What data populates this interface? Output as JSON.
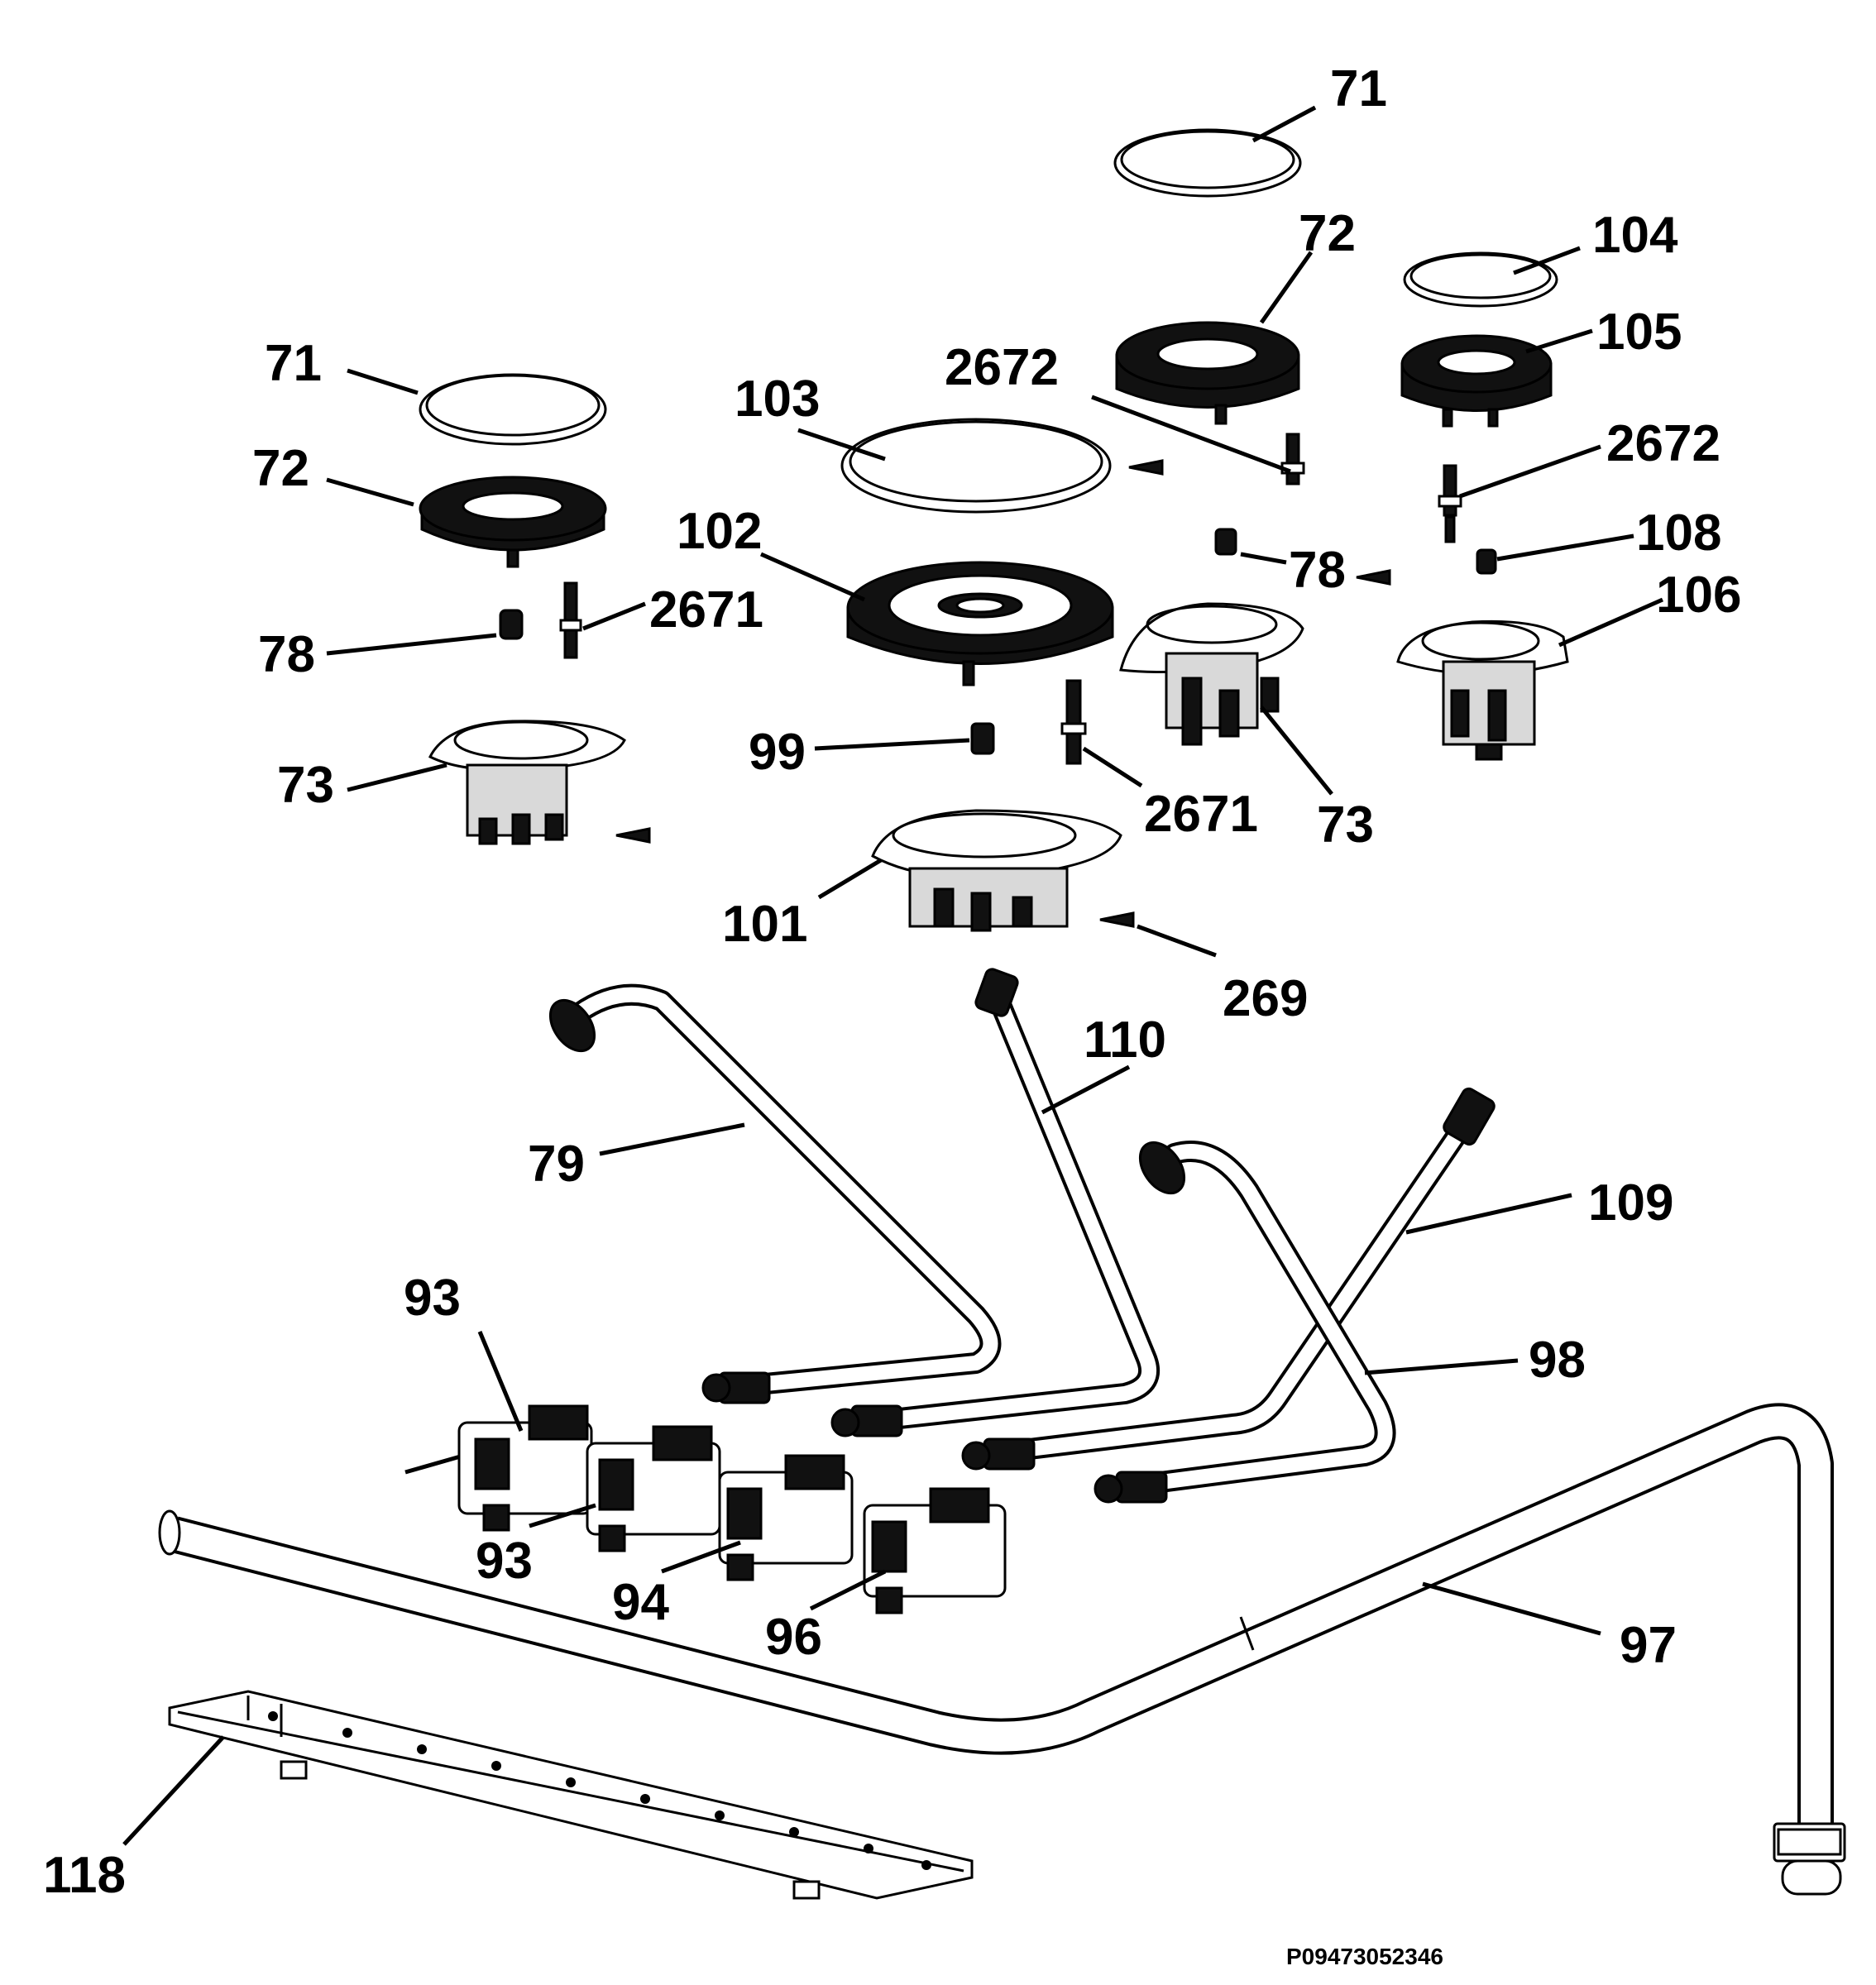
{
  "diagram": {
    "drawing_code": "P09473052346",
    "callouts": [
      {
        "id": "c-71-top",
        "label": "71"
      },
      {
        "id": "c-72-top",
        "label": "72"
      },
      {
        "id": "c-104",
        "label": "104"
      },
      {
        "id": "c-105",
        "label": "105"
      },
      {
        "id": "c-2672-a",
        "label": "2672"
      },
      {
        "id": "c-2672-b",
        "label": "2672"
      },
      {
        "id": "c-108",
        "label": "108"
      },
      {
        "id": "c-78-right",
        "label": "78"
      },
      {
        "id": "c-106",
        "label": "106"
      },
      {
        "id": "c-73-right",
        "label": "73"
      },
      {
        "id": "c-71-left",
        "label": "71"
      },
      {
        "id": "c-72-left",
        "label": "72"
      },
      {
        "id": "c-103",
        "label": "103"
      },
      {
        "id": "c-102",
        "label": "102"
      },
      {
        "id": "c-2671-a",
        "label": "2671"
      },
      {
        "id": "c-78-left",
        "label": "78"
      },
      {
        "id": "c-99",
        "label": "99"
      },
      {
        "id": "c-2671-b",
        "label": "2671"
      },
      {
        "id": "c-73-left",
        "label": "73"
      },
      {
        "id": "c-101",
        "label": "101"
      },
      {
        "id": "c-269",
        "label": "269"
      },
      {
        "id": "c-110",
        "label": "110"
      },
      {
        "id": "c-79",
        "label": "79"
      },
      {
        "id": "c-109",
        "label": "109"
      },
      {
        "id": "c-98",
        "label": "98"
      },
      {
        "id": "c-93-top",
        "label": "93"
      },
      {
        "id": "c-93-bottom",
        "label": "93"
      },
      {
        "id": "c-94",
        "label": "94"
      },
      {
        "id": "c-96",
        "label": "96"
      },
      {
        "id": "c-97",
        "label": "97"
      },
      {
        "id": "c-118",
        "label": "118"
      }
    ]
  }
}
